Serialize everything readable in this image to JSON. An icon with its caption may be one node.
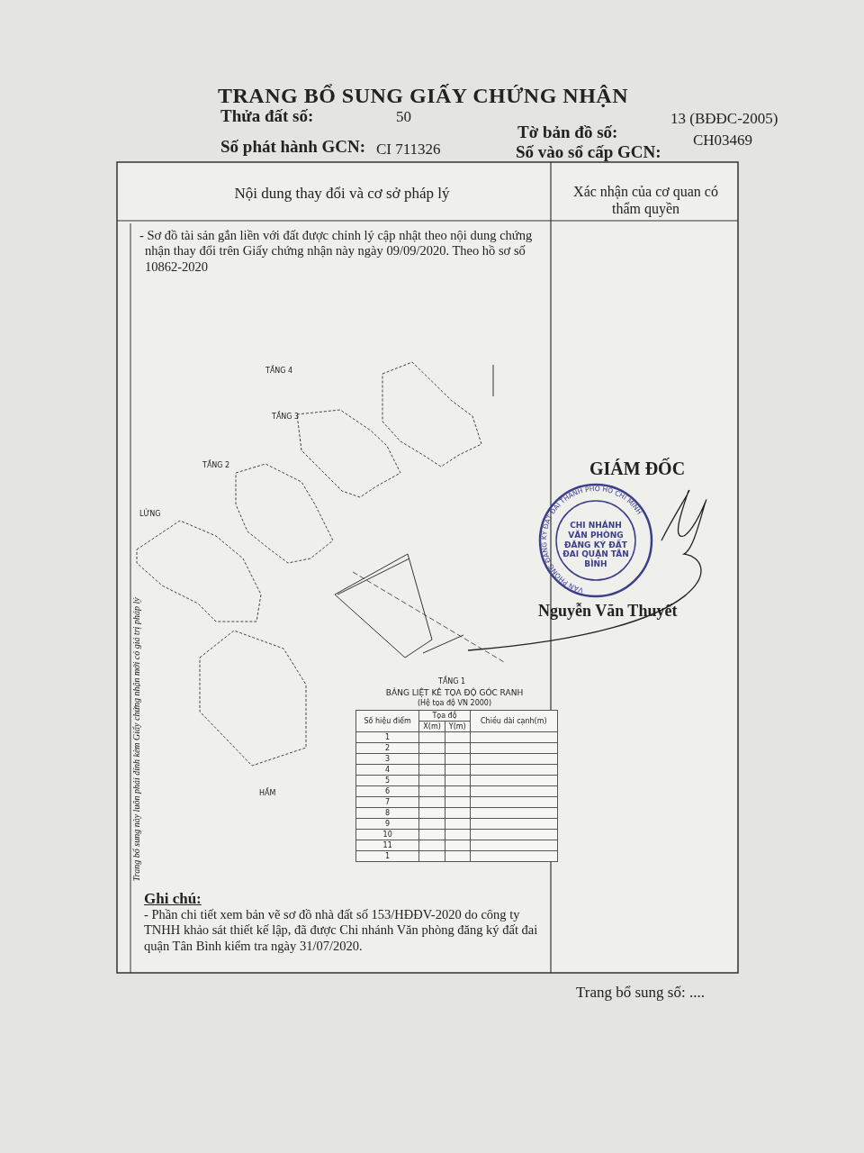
{
  "diagram": {
    "title": "TRANG BỔ SUNG GIẤY CHỨNG NHẬN",
    "labels": [
      "Thửa đất số:",
      "50",
      "Tờ bản đồ số:",
      "13 (BĐĐC-2005)",
      "Số phát hành GCN:",
      "CI 711326",
      "Số vào sổ cấp GCN:",
      "CH03469",
      "Nội dung thay đổi và cơ sở pháp lý",
      "Xác nhận của cơ quan có thẩm quyền",
      "- Sơ đồ tài sản gắn liền với đất được chỉnh lý cập nhật theo nội dung chứng nhận thay đổi trên Giấy chứng nhận này ngày 09/09/2020. Theo hồ sơ số 10862-2020",
      "TẦNG 4",
      "TẦNG 3",
      "TẦNG 2",
      "LỬNG",
      "TẦNG 1",
      "HẦM",
      "BẢNG LIỆT KÊ TỌA ĐỘ GÓC RANH",
      "(Hệ tọa độ VN 2000)",
      "Số hiệu điểm",
      "Tọa độ",
      "Chiều dài cạnh(m)",
      "X(m)",
      "Y(m)",
      "1",
      "2",
      "3",
      "4",
      "5",
      "6",
      "7",
      "8",
      "9",
      "10",
      "11",
      "1",
      "GIÁM ĐỐC",
      "CHI NHÁNH VĂN PHÒNG ĐĂNG KÝ ĐẤT ĐAI QUẬN TÂN BÌNH",
      "VĂN PHÒNG ĐĂNG KÝ ĐẤT ĐAI THÀNH PHỐ HỒ CHÍ MINH",
      "Nguyễn Văn Thuyết",
      "Ghi chú:",
      "- Phần chi tiết xem bản vẽ sơ đồ nhà đất số 153/HĐĐV-2020 do công ty TNHH khảo sát thiết kế lập, đã được Chi nhánh Văn phòng đăng ký đất đai quận Tân Bình kiểm tra ngày 31/07/2020.",
      "Trang bổ sung số: ....",
      "Trang bổ sung này luôn phải đính kèm Giấy chứng nhận mới có giá trị pháp lý"
    ]
  }
}
